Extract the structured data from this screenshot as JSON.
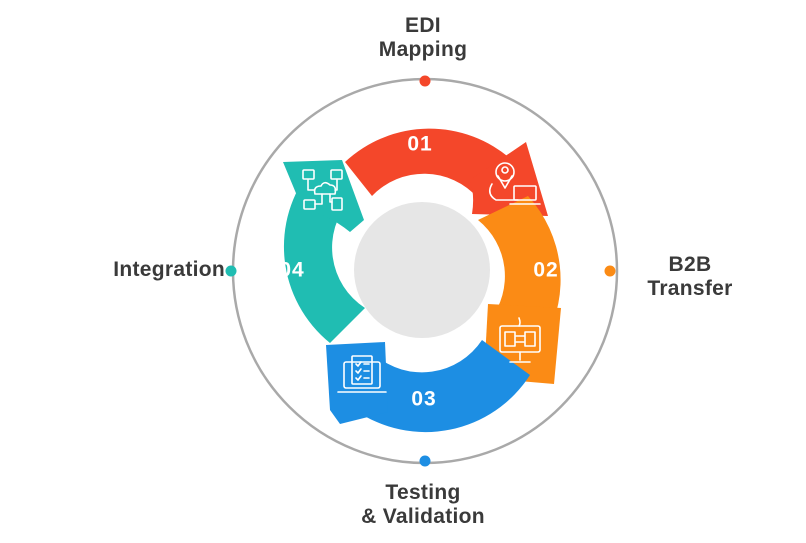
{
  "colors": {
    "outer_ring": "#a9a9a9",
    "inner_circle": "#e6e6e6",
    "step_01": "#f4472a",
    "step_02": "#fb8b15",
    "step_03": "#1d8ee3",
    "step_04": "#20bdb2",
    "icon_line": "#ffffff"
  },
  "steps": [
    {
      "number": "01",
      "label_lines": [
        "EDI",
        "Mapping"
      ],
      "icon": "location-laptop-icon"
    },
    {
      "number": "02",
      "label_lines": [
        "B2B",
        "Transfer"
      ],
      "icon": "document-exchange-monitor-icon"
    },
    {
      "number": "03",
      "label_lines": [
        "Testing",
        "& Validation"
      ],
      "icon": "checklist-laptop-icon"
    },
    {
      "number": "04",
      "label_lines": [
        "Integration"
      ],
      "icon": "cloud-network-icon"
    }
  ]
}
